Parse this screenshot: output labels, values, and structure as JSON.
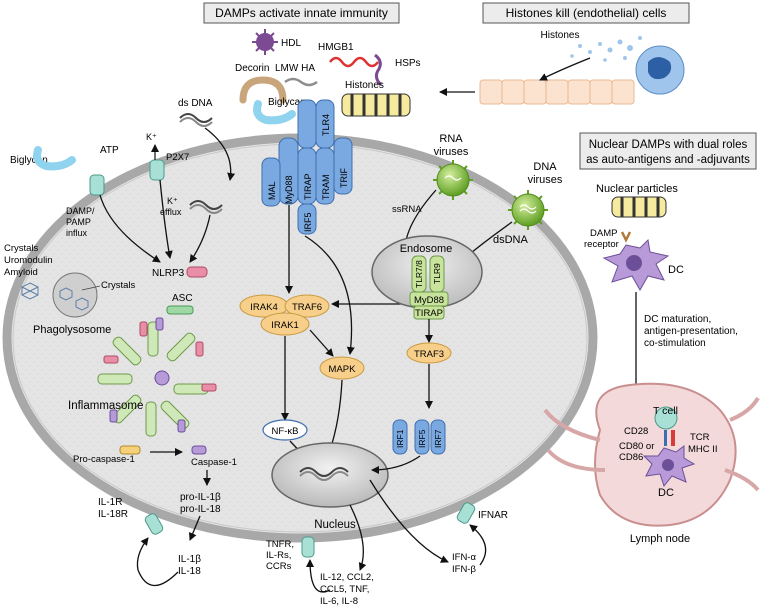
{
  "headers": {
    "damps": "DAMPs activate innate immunity",
    "histones_kill": "Histones kill (endothelial) cells",
    "nuclear_damps_1": "Nuclear DAMPs with dual roles",
    "nuclear_damps_2": "as auto-antigens and -adjuvants"
  },
  "ligands": {
    "hdl": "HDL",
    "hmgb1": "HMGB1",
    "decorin": "Decorin",
    "lmw_ha": "LMW HA",
    "hsps": "HSPs",
    "histones": "Histones",
    "histones_top": "Histones",
    "biglycan_top": "Biglycan",
    "biglycan_left": "Biglycan",
    "atp": "ATP",
    "ds_dna": "ds DNA",
    "crystals_1": "Crystals",
    "crystals_2": "Uromodulin",
    "crystals_3": "Amyloid",
    "rna_viruses_1": "RNA",
    "rna_viruses_2": "viruses",
    "dna_viruses_1": "DNA",
    "dna_viruses_2": "viruses",
    "ssrna": "ssRNA",
    "dsdna": "dsDNA"
  },
  "receptors": {
    "tlr4": "TLR4",
    "myd88": "MyD88",
    "tirap": "TIRAP",
    "tram": "TRAM",
    "trif": "TRIF",
    "mal": "MAL",
    "irf5": "IRF5",
    "p2x7": "P2X7",
    "k_plus": "K⁺",
    "k_efflux_1": "K⁺",
    "k_efflux_2": "efflux",
    "damp_influx_1": "DAMP/",
    "damp_influx_2": "PAMP",
    "damp_influx_3": "influx",
    "tlr78": "TLR7/8",
    "tlr9": "TLR9",
    "endo_myd88": "MyD88",
    "endo_tirap": "TIRAP",
    "endosome": "Endosome"
  },
  "intracellular": {
    "nlrp3": "NLRP3",
    "asc": "ASC",
    "crystals_in": "Crystals",
    "phagolysosome": "Phagolysosome",
    "inflammasome": "Inflammasome",
    "pro_caspase": "Pro-caspase-1",
    "caspase": "Caspase-1",
    "pro_il1b": "pro-IL-1β",
    "pro_il18": "pro-IL-18",
    "irak4": "IRAK4",
    "traf6": "TRAF6",
    "irak1": "IRAK1",
    "mapk": "MAPK",
    "traf3": "TRAF3",
    "nfkb": "NF-κB",
    "irf1": "IRF1",
    "irf5b": "IRF5",
    "irf7": "IRF7",
    "nucleus": "Nucleus"
  },
  "outputs": {
    "il1r": "IL-1R",
    "il18r": "IL-18R",
    "il1b": "IL-1β",
    "il18": "IL-18",
    "tnfr": "TNFR,",
    "ilrs": "IL-Rs,",
    "ccrs": "CCRs",
    "cyt1": "IL-12, CCL2,",
    "cyt2": "CCL5, TNF,",
    "cyt3": "IL-6, IL-8",
    "ifnar": "IFNAR",
    "ifna": "IFN-α",
    "ifnb": "IFN-β"
  },
  "dc_panel": {
    "nuclear_particles": "Nuclear particles",
    "damp_receptor_1": "DAMP",
    "damp_receptor_2": "receptor",
    "dc": "DC",
    "maturation_1": "DC maturation,",
    "maturation_2": "antigen-presentation,",
    "maturation_3": "co-stimulation",
    "t_cell": "T cell",
    "cd28": "CD28",
    "cd80": "CD80 or",
    "cd86": "CD86",
    "tcr": "TCR",
    "mhc": "MHC II",
    "dc2": "DC",
    "lymph_node": "Lymph node"
  },
  "colors": {
    "cell_fill": "#e6e6e6",
    "cell_stroke": "#9a9a9a",
    "receptor_blue": "#7aa8e0",
    "adaptor_yellow": "#f7cf8a",
    "virus_green": "#8cc63f",
    "endo_green": "#c8e39b",
    "teal": "#9fd8cf",
    "lilac": "#b79ad8",
    "lymph_pink": "#f3d9d9"
  }
}
